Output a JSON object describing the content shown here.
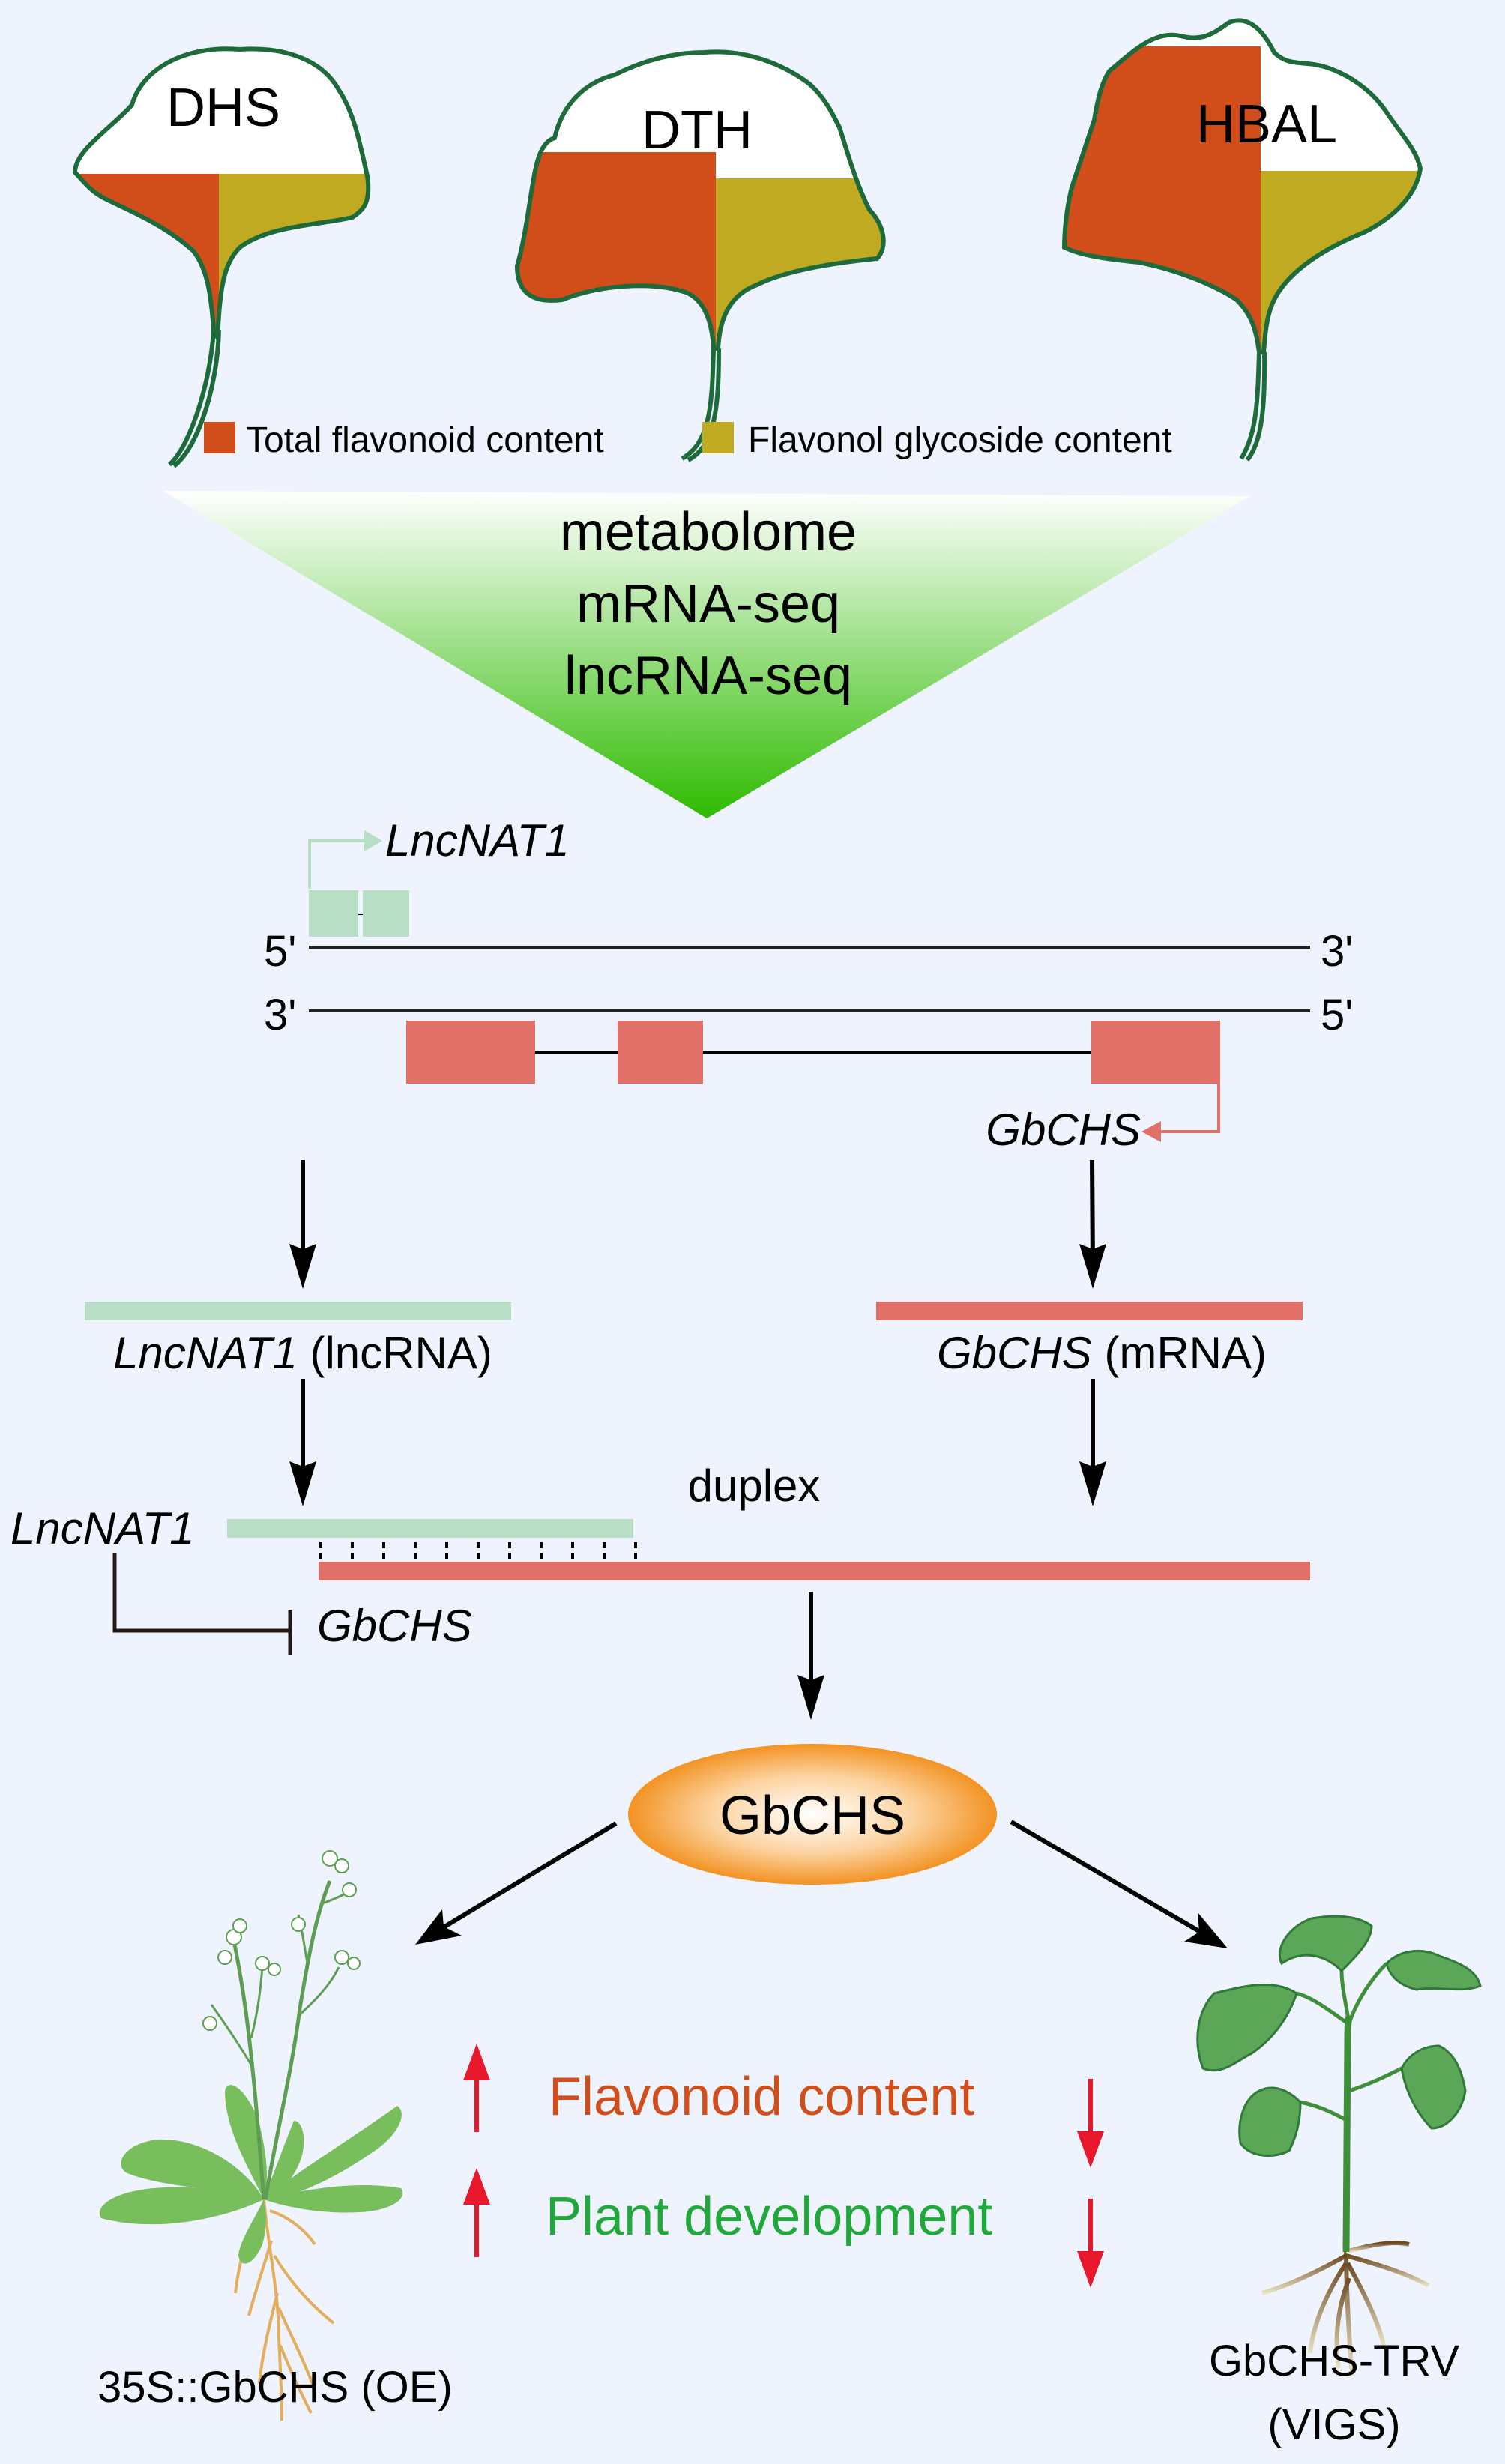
{
  "colors": {
    "background": "#EFF3FD",
    "leaf_outline": "#1D6B3A",
    "total_flavonoid": "#D14E1A",
    "flavonol_glycoside": "#BFAA22",
    "lncrna": "#B8DEC5",
    "mrna": "#E07068",
    "triangle_top": "#FFFFFF",
    "triangle_bottom": "#2EBB00",
    "protein_edge": "#F39323",
    "flavonoid_text": "#D14E1A",
    "development_text": "#21A83A",
    "change_arrow": "#E8172B"
  },
  "leaves": [
    {
      "label": "DHS",
      "total_flavonoid_level": "low",
      "flavonol_glycoside_level": "low"
    },
    {
      "label": "DTH",
      "total_flavonoid_level": "medium",
      "flavonol_glycoside_level": "medium"
    },
    {
      "label": "HBAL",
      "total_flavonoid_level": "high",
      "flavonol_glycoside_level": "medium"
    }
  ],
  "legend": {
    "total_flavonoid": "Total flavonoid content",
    "flavonol_glycoside": "Flavonol glycoside content"
  },
  "omics": [
    "metabolome",
    "mRNA-seq",
    "lncRNA-seq"
  ],
  "gene_locus": {
    "lncnat1_label": "LncNAT1",
    "gbchs_label": "GbCHS",
    "top_strand_left": "5'",
    "top_strand_right": "3'",
    "bottom_strand_left": "3'",
    "bottom_strand_right": "5'"
  },
  "transcripts": {
    "lncrna_gene": "LncNAT1",
    "lncrna_suffix": " (lncRNA)",
    "mrna_gene": "GbCHS",
    "mrna_suffix": " (mRNA)"
  },
  "duplex": {
    "label": "duplex",
    "lncnat1_label": "LncNAT1",
    "inhibits_label": "GbCHS"
  },
  "protein": {
    "label": "GbCHS"
  },
  "effects": {
    "flavonoid": "Flavonoid content",
    "development": "Plant development"
  },
  "plants": {
    "overexpression": "35S::GbCHS (OE)",
    "vigs_line1": "GbCHS-TRV",
    "vigs_line2": "(VIGS)"
  }
}
